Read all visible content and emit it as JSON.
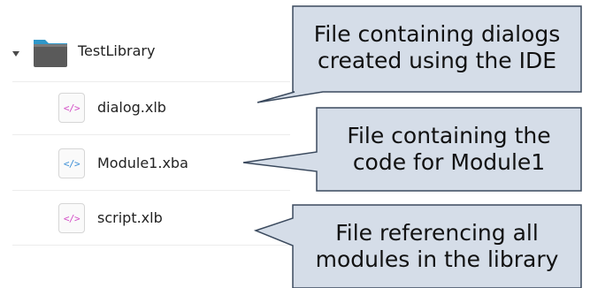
{
  "tree": {
    "root": {
      "label": "TestLibrary",
      "icon": "folder-icon",
      "expanded": true
    },
    "files": [
      {
        "name": "dialog.xlb",
        "icon": "code-file-icon",
        "icon_glyph": "</>",
        "icon_color": "#d34fc6"
      },
      {
        "name": "Module1.xba",
        "icon": "code-file-icon",
        "icon_glyph": "</>",
        "icon_color": "#3d8fd6"
      },
      {
        "name": "script.xlb",
        "icon": "code-file-icon",
        "icon_glyph": "</>",
        "icon_color": "#d34fc6"
      }
    ]
  },
  "callouts": [
    {
      "line1": "File containing dialogs",
      "line2": "created using the IDE"
    },
    {
      "line1": "File containing the",
      "line2": "code for Module1"
    },
    {
      "line1": "File referencing all",
      "line2": "modules in the library"
    }
  ],
  "colors": {
    "callout_fill": "#d5dde8",
    "callout_border": "#3b4a5e",
    "folder_body": "#5a5a5a",
    "folder_tab": "#2f97c9"
  }
}
